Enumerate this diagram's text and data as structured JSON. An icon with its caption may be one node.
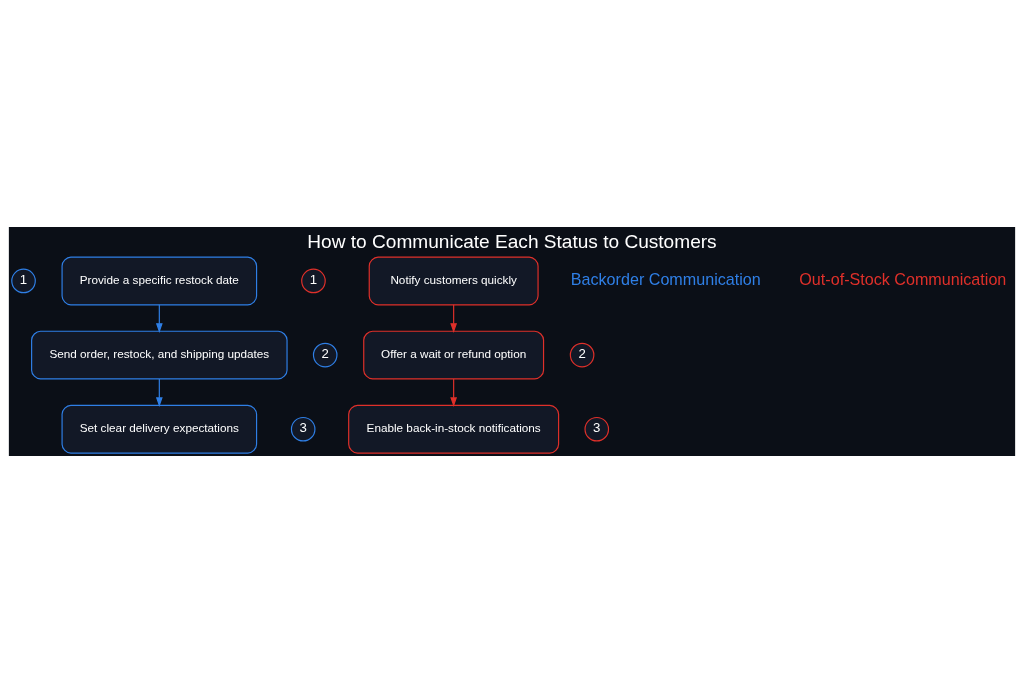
{
  "diagram": {
    "title": "How to Communicate Each Status to Customers",
    "nodes": [
      {
        "text": [
          "1"
        ]
      },
      {
        "text": [
          "Provide a specific restock date"
        ]
      },
      {
        "text": [
          "2"
        ]
      },
      {
        "text": [
          "Send order, restock, and shipping updates"
        ]
      },
      {
        "text": [
          "3"
        ]
      },
      {
        "text": [
          "Set clear delivery expectations"
        ]
      },
      {
        "text": [
          "1"
        ]
      },
      {
        "text": [
          "Notify customers quickly"
        ]
      },
      {
        "text": [
          "2"
        ]
      },
      {
        "text": [
          "Offer a wait or refund option"
        ]
      },
      {
        "text": [
          "3"
        ]
      },
      {
        "text": [
          "Enable back-in-stock notifications"
        ]
      }
    ],
    "edges": [
      {
        "from": 1,
        "to": 3,
        "arrow": "to",
        "color": "#2f7fe6"
      },
      {
        "from": 3,
        "to": 5,
        "arrow": "to",
        "color": "#2f7fe6"
      },
      {
        "from": 7,
        "to": 9,
        "arrow": "to",
        "color": "#e0302a"
      },
      {
        "from": 9,
        "to": 11,
        "arrow": "to",
        "color": "#e0302a"
      }
    ],
    "labels": [
      "Backorder Communication",
      "Out-of-Stock Communication"
    ]
  }
}
